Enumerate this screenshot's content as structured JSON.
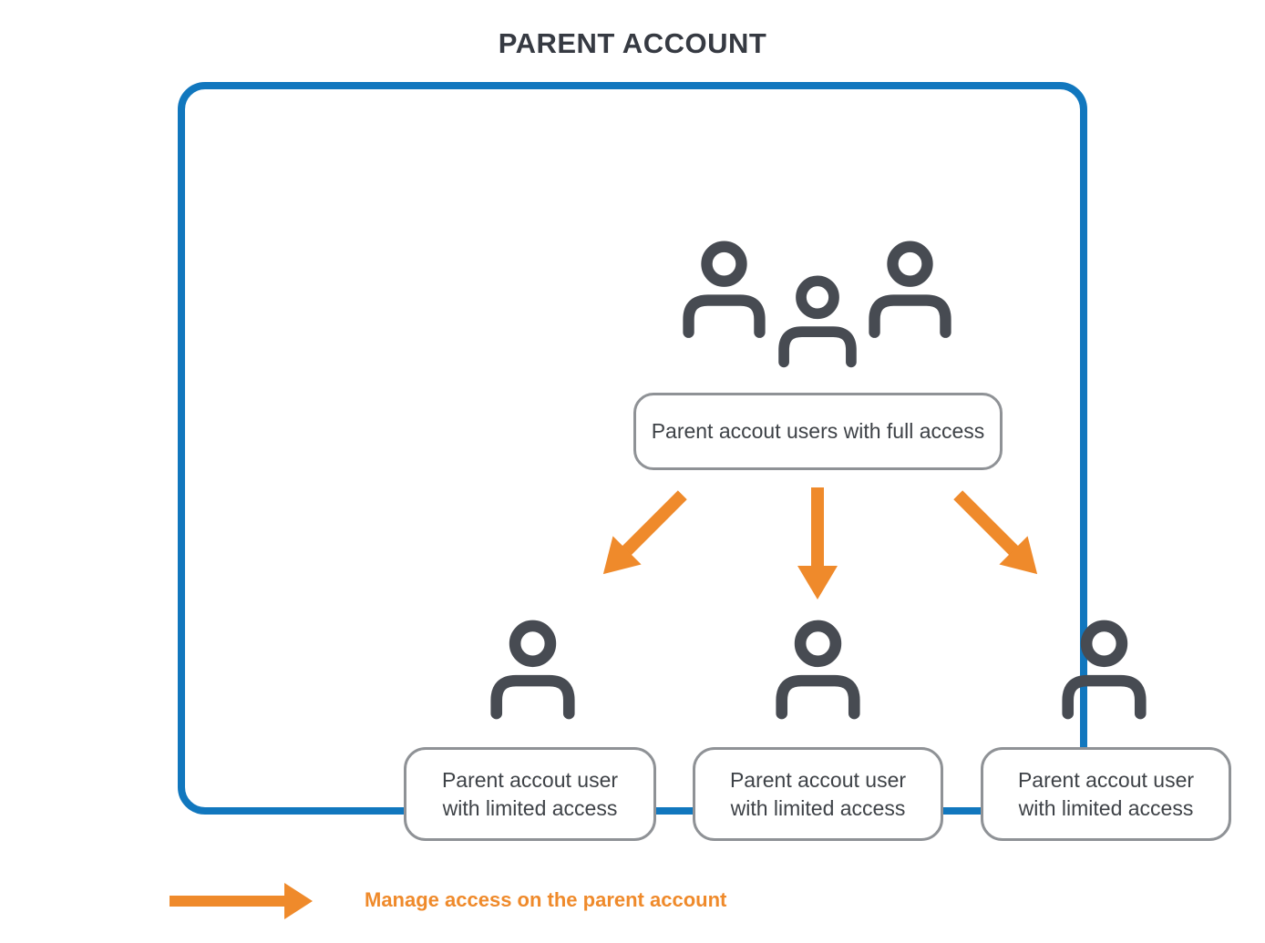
{
  "title": "PARENT ACCOUNT",
  "diagram": {
    "group_box_label": "Parent accout users with full access",
    "member_boxes": [
      {
        "lines": [
          "Parent accout user",
          "with limited access"
        ]
      },
      {
        "lines": [
          "Parent accout user",
          "with limited access"
        ]
      },
      {
        "lines": [
          "Parent accout user",
          "with limited access"
        ]
      }
    ]
  },
  "legend": {
    "arrow_label": "Manage access on the parent account"
  },
  "icons": {
    "group": "users-group-icon",
    "member": "user-icon",
    "flow": "arrow-down-icon",
    "legend": "arrow-right-icon"
  },
  "colors": {
    "accent_blue": "#1177BE",
    "accent_orange": "#EF8A2B",
    "icon_charcoal": "#474B52",
    "text_dark": "#3E4247",
    "box_border_gray": "#8F9296",
    "title_color": "#363A42"
  }
}
